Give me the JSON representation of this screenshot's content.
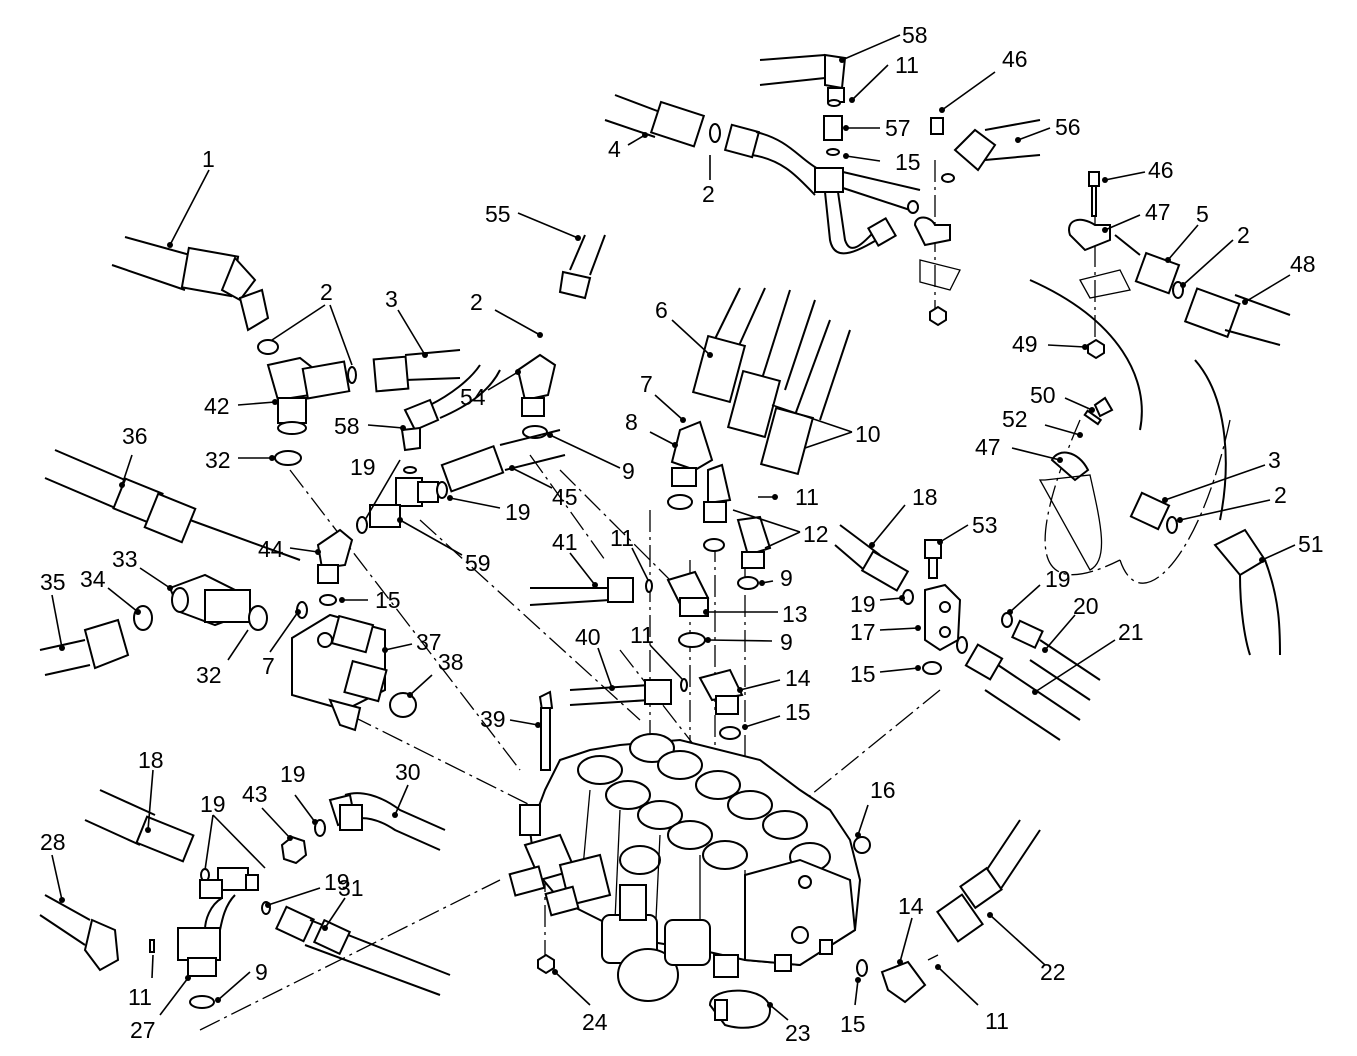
{
  "callouts": [
    {
      "id": "c1",
      "label": "1"
    },
    {
      "id": "c2a",
      "label": "2"
    },
    {
      "id": "c2b",
      "label": "2"
    },
    {
      "id": "c2c",
      "label": "2"
    },
    {
      "id": "c2d",
      "label": "2"
    },
    {
      "id": "c2e",
      "label": "2"
    },
    {
      "id": "c3a",
      "label": "3"
    },
    {
      "id": "c3b",
      "label": "3"
    },
    {
      "id": "c4",
      "label": "4"
    },
    {
      "id": "c5",
      "label": "5"
    },
    {
      "id": "c6",
      "label": "6"
    },
    {
      "id": "c7a",
      "label": "7"
    },
    {
      "id": "c7b",
      "label": "7"
    },
    {
      "id": "c8",
      "label": "8"
    },
    {
      "id": "c9a",
      "label": "9"
    },
    {
      "id": "c9b",
      "label": "9"
    },
    {
      "id": "c9c",
      "label": "9"
    },
    {
      "id": "c9d",
      "label": "9"
    },
    {
      "id": "c10",
      "label": "10"
    },
    {
      "id": "c11a",
      "label": "11"
    },
    {
      "id": "c11b",
      "label": "11"
    },
    {
      "id": "c11c",
      "label": "11"
    },
    {
      "id": "c11d",
      "label": "11"
    },
    {
      "id": "c11e",
      "label": "11"
    },
    {
      "id": "c11f",
      "label": "11"
    },
    {
      "id": "c12",
      "label": "12"
    },
    {
      "id": "c13",
      "label": "13"
    },
    {
      "id": "c14a",
      "label": "14"
    },
    {
      "id": "c14b",
      "label": "14"
    },
    {
      "id": "c15a",
      "label": "15"
    },
    {
      "id": "c15b",
      "label": "15"
    },
    {
      "id": "c15c",
      "label": "15"
    },
    {
      "id": "c15d",
      "label": "15"
    },
    {
      "id": "c15e",
      "label": "15"
    },
    {
      "id": "c16",
      "label": "16"
    },
    {
      "id": "c17",
      "label": "17"
    },
    {
      "id": "c18a",
      "label": "18"
    },
    {
      "id": "c18b",
      "label": "18"
    },
    {
      "id": "c19a",
      "label": "19"
    },
    {
      "id": "c19b",
      "label": "19"
    },
    {
      "id": "c19c",
      "label": "19"
    },
    {
      "id": "c19d",
      "label": "19"
    },
    {
      "id": "c19e",
      "label": "19"
    },
    {
      "id": "c19f",
      "label": "19"
    },
    {
      "id": "c19g",
      "label": "19"
    },
    {
      "id": "c20",
      "label": "20"
    },
    {
      "id": "c21",
      "label": "21"
    },
    {
      "id": "c22",
      "label": "22"
    },
    {
      "id": "c23",
      "label": "23"
    },
    {
      "id": "c24",
      "label": "24"
    },
    {
      "id": "c27",
      "label": "27"
    },
    {
      "id": "c28",
      "label": "28"
    },
    {
      "id": "c30",
      "label": "30"
    },
    {
      "id": "c31",
      "label": "31"
    },
    {
      "id": "c32a",
      "label": "32"
    },
    {
      "id": "c32b",
      "label": "32"
    },
    {
      "id": "c33",
      "label": "33"
    },
    {
      "id": "c34",
      "label": "34"
    },
    {
      "id": "c35",
      "label": "35"
    },
    {
      "id": "c36",
      "label": "36"
    },
    {
      "id": "c37",
      "label": "37"
    },
    {
      "id": "c38",
      "label": "38"
    },
    {
      "id": "c39",
      "label": "39"
    },
    {
      "id": "c40",
      "label": "40"
    },
    {
      "id": "c41",
      "label": "41"
    },
    {
      "id": "c42",
      "label": "42"
    },
    {
      "id": "c43",
      "label": "43"
    },
    {
      "id": "c44",
      "label": "44"
    },
    {
      "id": "c45",
      "label": "45"
    },
    {
      "id": "c46a",
      "label": "46"
    },
    {
      "id": "c46b",
      "label": "46"
    },
    {
      "id": "c47a",
      "label": "47"
    },
    {
      "id": "c47b",
      "label": "47"
    },
    {
      "id": "c48",
      "label": "48"
    },
    {
      "id": "c49",
      "label": "49"
    },
    {
      "id": "c50",
      "label": "50"
    },
    {
      "id": "c51",
      "label": "51"
    },
    {
      "id": "c52",
      "label": "52"
    },
    {
      "id": "c53",
      "label": "53"
    },
    {
      "id": "c54",
      "label": "54"
    },
    {
      "id": "c55",
      "label": "55"
    },
    {
      "id": "c56",
      "label": "56"
    },
    {
      "id": "c57",
      "label": "57"
    },
    {
      "id": "c58a",
      "label": "58"
    },
    {
      "id": "c58b",
      "label": "58"
    },
    {
      "id": "c59",
      "label": "59"
    }
  ]
}
